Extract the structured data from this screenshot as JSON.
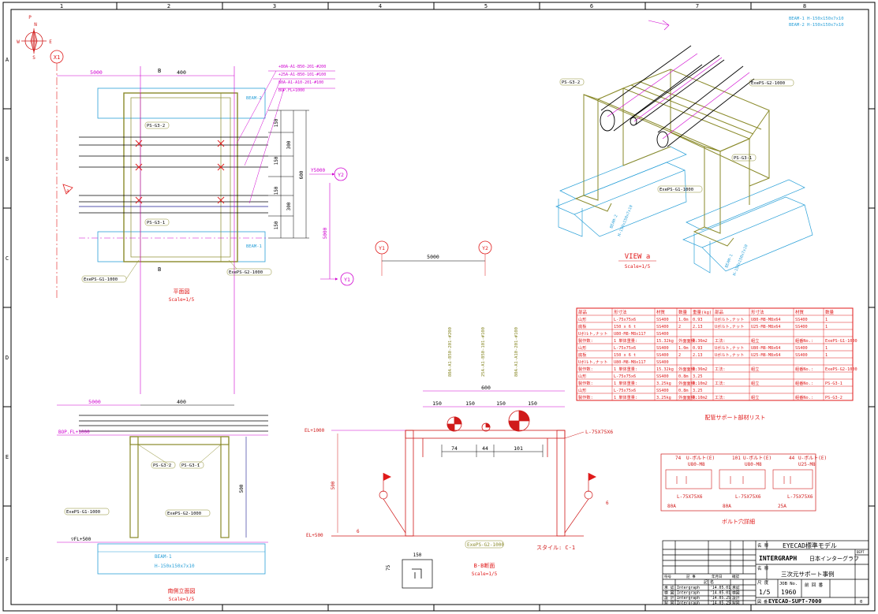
{
  "colors": {
    "frame": "#000000",
    "olive": "#8a8a2a",
    "red": "#e01a1a",
    "magenta": "#d000d0",
    "cyan": "#2aa0d8",
    "navy": "#1a1a90",
    "paper": "#ffffff"
  },
  "border": {
    "col_labels": [
      "1",
      "2",
      "3",
      "4",
      "5",
      "6",
      "7",
      "8"
    ],
    "row_labels": [
      "A",
      "B",
      "C",
      "D",
      "E",
      "F"
    ]
  },
  "compass": {
    "p": "P",
    "n": "N",
    "e": "E",
    "w": "W",
    "s": "S"
  },
  "beam_spec": {
    "line1": "BEAM-1 H-150x150x7x10",
    "line2": "BEAM-2 H-150x150x7x10"
  },
  "plan": {
    "x1": "X1",
    "y1": "Y1",
    "y2": "Y2",
    "a_mark": "a",
    "b_mark": "B",
    "dim_5000_top": "5000",
    "dim_400": "400",
    "dim_150a": "150",
    "dim_300a": "300",
    "dim_150b": "150",
    "dim_150c": "150",
    "dim_300b": "300",
    "dim_150d": "150",
    "dim_600": "600",
    "dim_5000_v": "5000",
    "y5000": "Y5000",
    "beam2": "BEAM-2",
    "beam1": "BEAM-1",
    "ps_g3_2": "PS-G3-2",
    "ps_g3_1": "PS-G3-1",
    "exe_g1": "ExePS-G1-1000",
    "exe_g2": "ExePS-G2-1000",
    "pipe1": "+80A-A1-B50-201-#200",
    "pipe2": "+25A-A1-B50-101-#100",
    "pipe3": "80A-A1-A10-201-#100",
    "bop": "BOP.FL+1000",
    "title": "平面図",
    "scale": "Scale=1/5"
  },
  "iso": {
    "ps_g3_2": "PS-G3-2",
    "exe_g2": "ExePS-G2-1000",
    "ps_g3_1": "PS-G3-1",
    "exe_g1": "ExePS-G1-1000",
    "beam_a": "BEAM-2",
    "beam_b": "H-150x150x7x10",
    "beam_c": "BEAM-1",
    "beam_d": "H-150x150x7x10",
    "view_title": "VIEW a",
    "view_scale": "Scale=1/5"
  },
  "axis_y": {
    "y1": "Y1",
    "y2": "Y2",
    "dim": "5000"
  },
  "vertical_labels": {
    "v1": "80A-A1-B50-201-#200",
    "v2": "25A-A1-B50-101-#100",
    "v3": "80A-A1-A10-201-#100"
  },
  "bom": {
    "header_left": [
      "部品",
      "形寸法",
      "材質",
      "数量",
      "重量(kg)"
    ],
    "header_right": [
      "部品",
      "形寸法",
      "材質",
      "数量",
      "重量(kg)"
    ],
    "rows": [
      [
        "山形",
        "L-75x75x6",
        "SS400",
        "1.0m",
        "0.93",
        "Uボルト,ナット",
        "U80-M8-M8x64",
        "SS400",
        "1"
      ],
      [
        "底板",
        "150 x 6 t",
        "SS400",
        "2",
        "2.13",
        "Uボルト,ナット",
        "U25-M8-M8x64",
        "SS400",
        "1"
      ],
      [
        "Uボルト,ナット",
        "U80-M8-M8x117",
        "SS400",
        "",
        "",
        "",
        "",
        "",
        ""
      ],
      [
        "製作数:",
        "1 単体重量:",
        "15.32kg",
        "外面面積:",
        "0.36m2",
        "工法:",
        "組立",
        "組番No.:",
        "ExePS-G1-1000"
      ],
      [
        "山形",
        "L-75x75x6",
        "SS400",
        "1.0m",
        "0.93",
        "Uボルト,ナット",
        "U80-M8-M8x64",
        "SS400",
        "1"
      ],
      [
        "底板",
        "150 x 6 t",
        "SS400",
        "2",
        "2.13",
        "Uボルト,ナット",
        "U25-M8-M8x64",
        "SS400",
        "1"
      ],
      [
        "Uボルト,ナット",
        "U80-M8-M8x117",
        "SS400",
        "",
        "",
        "",
        "",
        "",
        ""
      ],
      [
        "製作数:",
        "1 単体重量:",
        "15.32kg",
        "外面面積:",
        "0.36m2",
        "工法:",
        "組立",
        "組番No.:",
        "ExePS-G2-1000"
      ],
      [
        "山形",
        "L-75x75x6",
        "SS400",
        "0.8m",
        "3.25",
        "",
        "",
        "",
        ""
      ],
      [
        "製作数:",
        "1 単体重量:",
        "3.25kg",
        "外面面積:",
        "0.10m2",
        "工法:",
        "組立",
        "組番No.:",
        "PS-G3-1"
      ],
      [
        "山形",
        "L-75x75x6",
        "SS400",
        "0.8m",
        "3.25",
        "",
        "",
        "",
        ""
      ],
      [
        "製作数:",
        "1 単体重量:",
        "3.25kg",
        "外面面積:",
        "0.10m2",
        "工法:",
        "組立",
        "組番No.:",
        "PS-G3-2"
      ]
    ],
    "caption": "配管サポート部材リスト"
  },
  "elev_left": {
    "dim_5000": "5000",
    "dim_400": "400",
    "bop": "BOP.FL+1000",
    "ps_g3_2": "PS-G3-2",
    "ps_g3_1": "PS-G3-1",
    "exe_g1": "ExePS-G1-1000",
    "exe_g2": "ExePS-G2-1000",
    "dim_500": "500",
    "fl": "▽FL+500",
    "beam": "BEAM-1",
    "beam_spec": "H-150x150x7x10",
    "title": "南側立面図",
    "scale": "Scale=1/5"
  },
  "elev_b": {
    "dim_600": "600",
    "dim_150a": "150",
    "dim_150b": "150",
    "dim_150c": "150",
    "dim_150d": "150",
    "dim_74": "74",
    "dim_44": "44",
    "dim_101": "101",
    "angle": "L-75X75X6",
    "el_top": "EL+1000",
    "el_bot": "EL+500",
    "dim_500": "500",
    "dim_6a": "6",
    "dim_6b": "6",
    "exe": "ExePS-G2-1000",
    "style": "スタイル: C-1",
    "title": "B-B断面",
    "scale": "Scale=1/5",
    "small_150": "150",
    "small_75": "75"
  },
  "bolt": {
    "d1_num": "74",
    "d1_text": "U-ボルト(E)",
    "d1_sub": "U80-M8",
    "d1_angle": "L-75X75X6",
    "d1_size": "80A",
    "d2_num": "101",
    "d2_text": "U-ボルト(E)",
    "d2_sub": "U80-M8",
    "d2_angle": "L-75X75X6",
    "d2_size": "80A",
    "d3_num": "44",
    "d3_text": "U-ボルト(E)",
    "d3_sub": "U25-M8",
    "d3_angle": "L-75X75X6",
    "d3_size": "25A",
    "caption": "ボルト穴詳細"
  },
  "title_block": {
    "r1_label": "名 称",
    "r1_value": "EYECAD標準モデル",
    "company_en": "INTERGRAPH",
    "company_jp": "日本インターグラフ",
    "r3_label": "名 称",
    "r3_value": "三次元サポート事例",
    "rev_label": "符号",
    "rev_note": "記 事",
    "rev_date": "年月日",
    "rev_chk": "確認",
    "scale_label": "尺 度",
    "scale_value": "1/5",
    "job_label": "JOB No.",
    "job_value": "1960",
    "prev_label": "前 回 番",
    "dwg_label": "図 番",
    "dwg_value": "EYECAD-SUPT-7000",
    "sign_head": "記 名",
    "rows": [
      [
        "承 認",
        "Intergraph",
        "'14.05.01",
        "承認"
      ],
      [
        "検 図",
        "Intergraph",
        "'14.05.01",
        "検図"
      ],
      [
        "設 計",
        "Intergraph",
        "'14.05.25",
        "設計"
      ],
      [
        "製 図",
        "Intergraph",
        "'14.05.25",
        "製図"
      ]
    ],
    "rev_index": "0",
    "dept": "DEPT"
  }
}
